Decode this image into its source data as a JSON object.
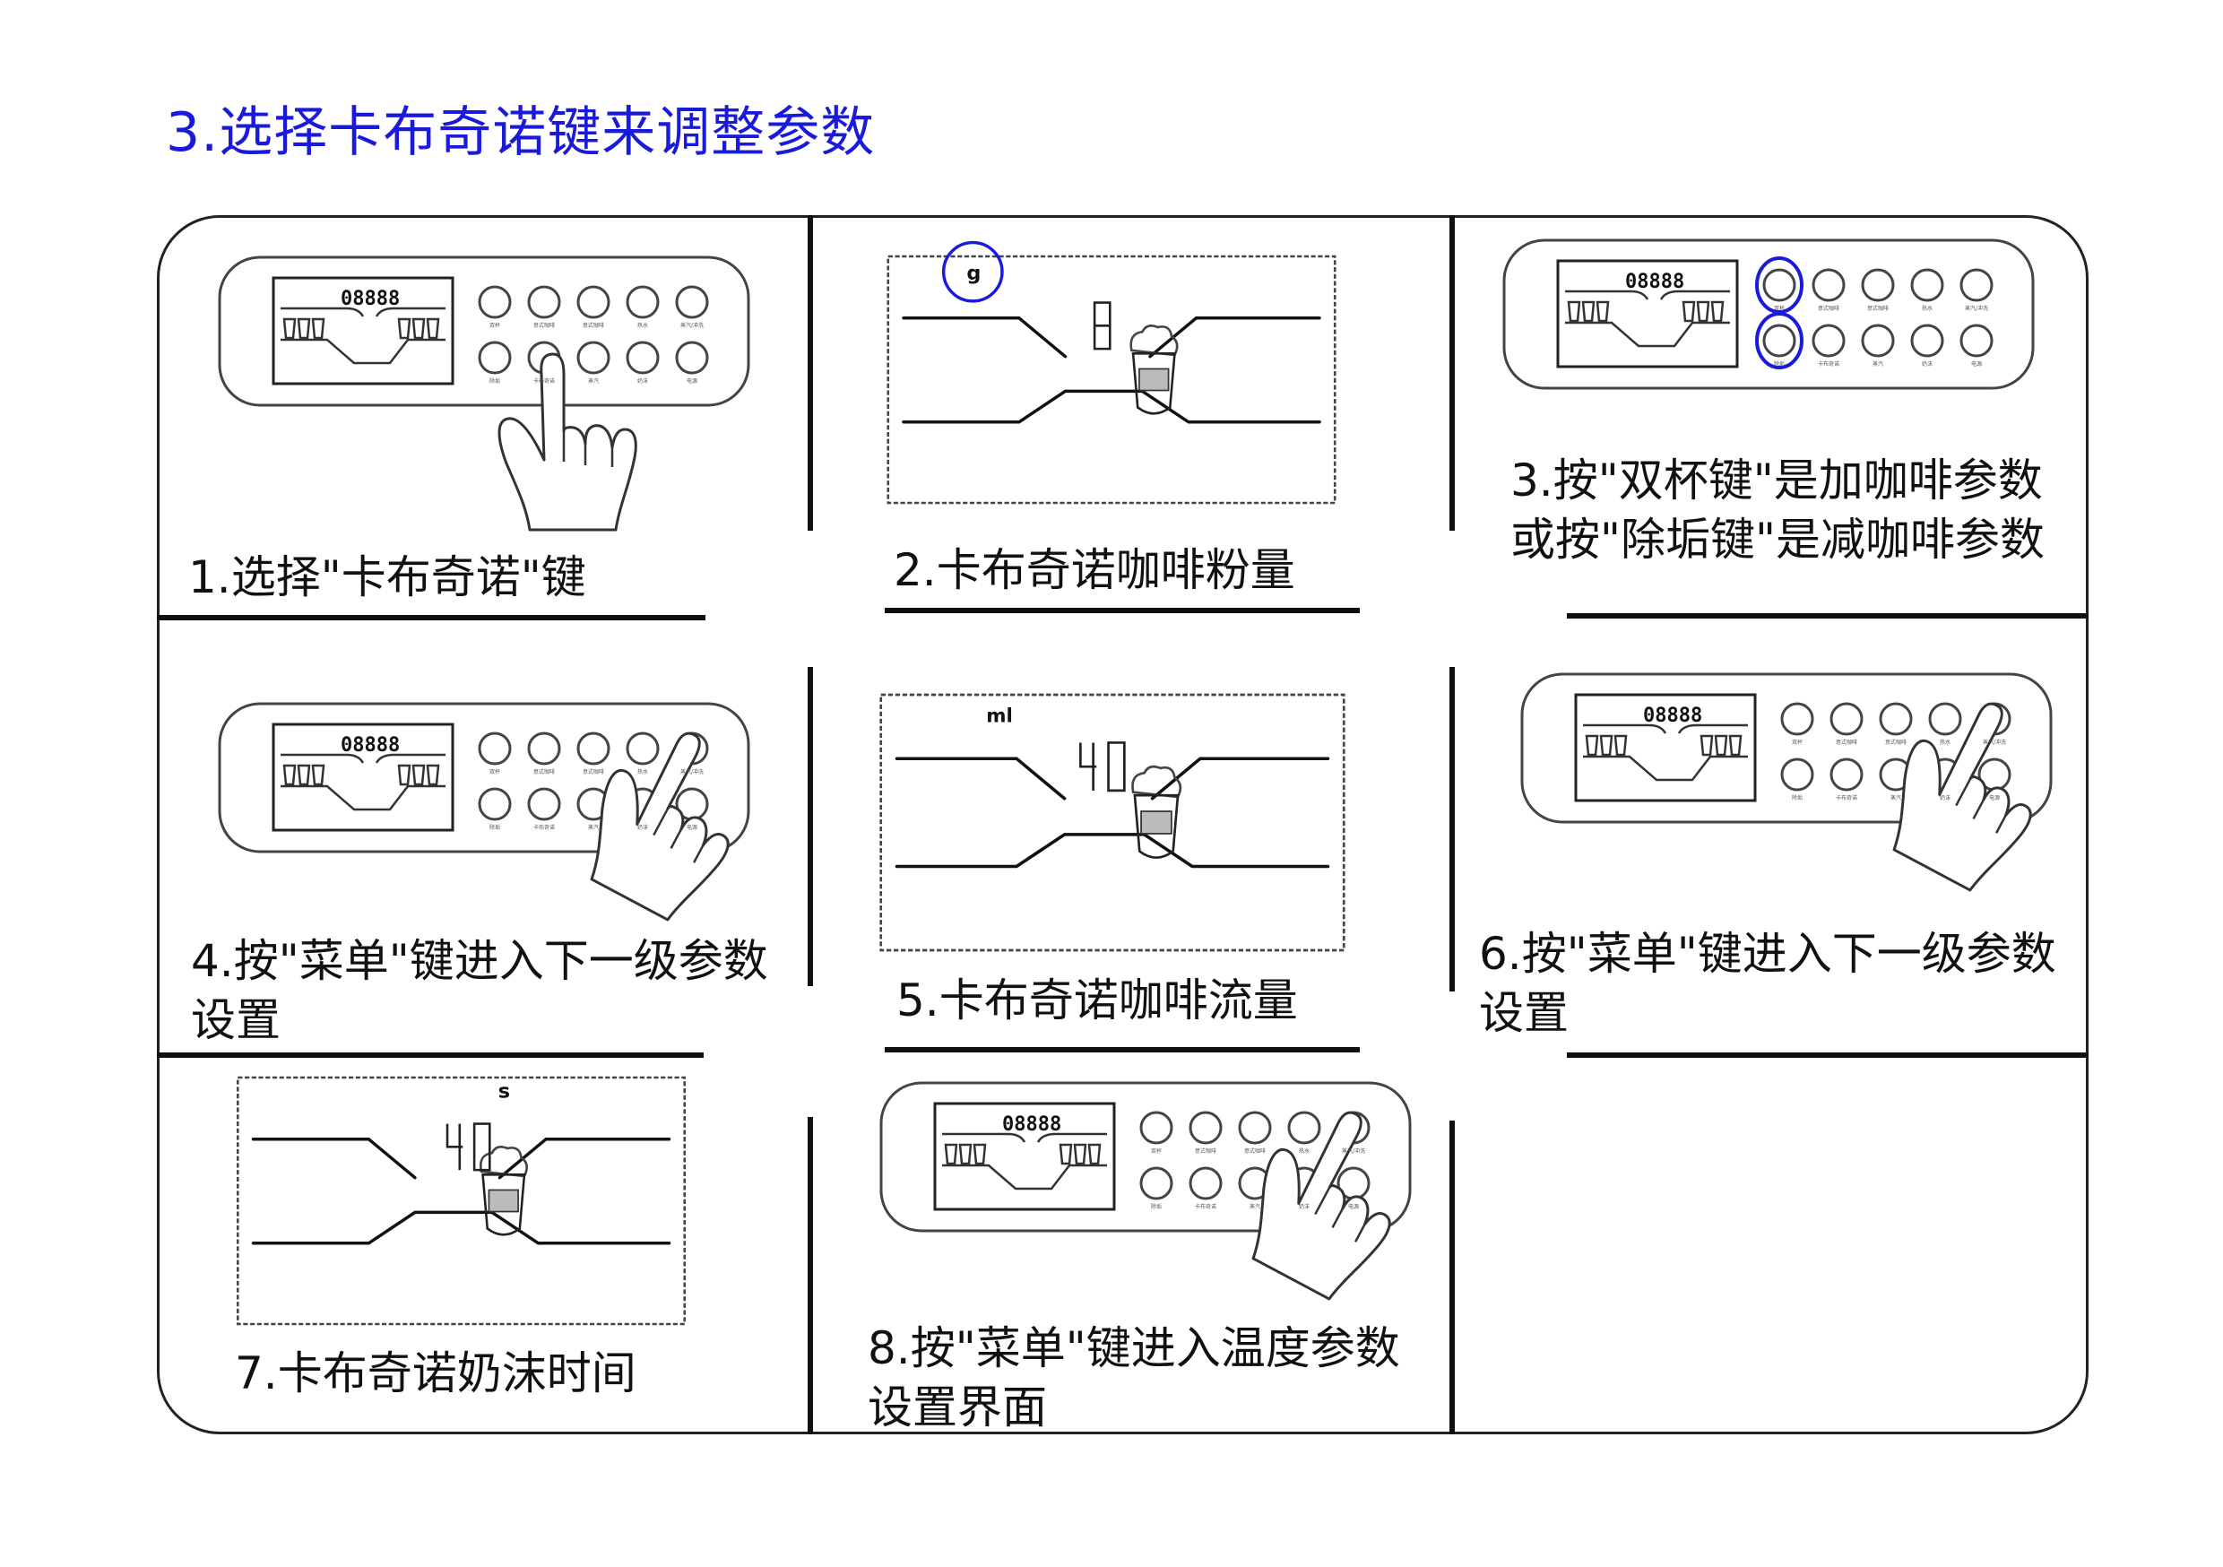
{
  "page": {
    "title": "3.选择卡布奇诺键来调整参数"
  },
  "steps": [
    {
      "caption": "1.选择\"卡布奇诺\"键"
    },
    {
      "caption": "2.卡布奇诺咖啡粉量"
    },
    {
      "caption_lines": [
        "3.按\"双杯键\"是加咖啡参数",
        "或按\"除垢键\"是减咖啡参数"
      ]
    },
    {
      "caption_lines": [
        "4.按\"菜单\"键进入下一级参数",
        "设置"
      ]
    },
    {
      "caption": "5.卡布奇诺咖啡流量"
    },
    {
      "caption_lines": [
        "6.按\"菜单\"键进入下一级参数",
        "设置"
      ]
    },
    {
      "caption": "7.卡布奇诺奶沫时间"
    },
    {
      "caption_lines": [
        "8.按\"菜单\"键进入温度参数",
        "设置界面"
      ]
    }
  ],
  "panel": {
    "lcd_value": "08888",
    "top_row_labels": [
      "双杯",
      "意式咖啡",
      "意式咖啡",
      "热水",
      "蒸汽/冲洗"
    ],
    "bottom_row_labels": [
      "除垢",
      "卡布奇诺",
      "蒸汽",
      "奶沫",
      "电源"
    ]
  },
  "displays": {
    "step2": {
      "unit": "g",
      "value": "8"
    },
    "step5": {
      "unit": "ml",
      "value": "40"
    },
    "step7": {
      "unit": "s",
      "value": "40"
    }
  },
  "colors": {
    "accent": "#1a1adc",
    "line": "#111111"
  }
}
